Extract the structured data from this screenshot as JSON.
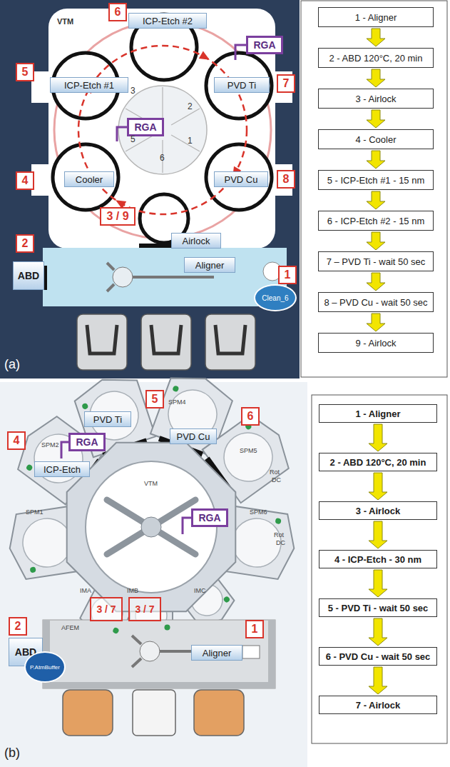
{
  "diagram": {
    "nodes": [
      {
        "text": [
          "ICP-Etch #2"
        ]
      },
      {
        "text": [
          "RGA"
        ]
      },
      {
        "text": [
          "ICP-Etch #1"
        ]
      },
      {
        "text": [
          "PVD Ti"
        ]
      },
      {
        "text": [
          "RGA"
        ]
      },
      {
        "text": [
          "Cooler"
        ]
      },
      {
        "text": [
          "PVD Cu"
        ]
      },
      {
        "text": [
          "Airlock"
        ]
      },
      {
        "text": [
          "ABD"
        ]
      },
      {
        "text": [
          "Aligner"
        ]
      },
      {
        "text": [
          "Clean_6"
        ]
      },
      {
        "text": [
          "1 - Aligner"
        ]
      },
      {
        "text": [
          "2 - ABD 120°C, 20 min"
        ]
      },
      {
        "text": [
          "3 - Airlock"
        ]
      },
      {
        "text": [
          "4 - Cooler"
        ]
      },
      {
        "text": [
          "5 - ICP-Etch #1 - 15 nm"
        ]
      },
      {
        "text": [
          "6 - ICP-Etch #2 - 15 nm"
        ]
      },
      {
        "text": [
          "7 – PVD Ti - wait 50 sec"
        ]
      },
      {
        "text": [
          "8 – PVD Cu - wait 50 sec"
        ]
      },
      {
        "text": [
          "9 - Airlock"
        ]
      },
      {
        "text": [
          "PVD Ti"
        ]
      },
      {
        "text": [
          "PVD Cu"
        ]
      },
      {
        "text": [
          "RGA"
        ]
      },
      {
        "text": [
          "ICP-Etch"
        ]
      },
      {
        "text": [
          "RGA"
        ]
      },
      {
        "text": [
          "ABD"
        ]
      },
      {
        "text": [
          "Aligner"
        ]
      },
      {
        "text": [
          "P.AtmBuffer"
        ]
      },
      {
        "text": [
          "1 - Aligner"
        ]
      },
      {
        "text": [
          "2 - ABD 120°C, 20 min"
        ]
      },
      {
        "text": [
          "3 - Airlock"
        ]
      },
      {
        "text": [
          "4 - ICP-Etch - 30 nm"
        ]
      },
      {
        "text": [
          "5 - PVD Ti - wait 50 sec"
        ]
      },
      {
        "text": [
          "6 - PVD Cu - wait 50 sec"
        ]
      },
      {
        "text": [
          "7 - Airlock"
        ]
      }
    ],
    "edges": [
      {
        "from": 11,
        "to": 12,
        "arrow": "to"
      },
      {
        "from": 12,
        "to": 13,
        "arrow": "to"
      },
      {
        "from": 13,
        "to": 14,
        "arrow": "to"
      },
      {
        "from": 14,
        "to": 15,
        "arrow": "to"
      },
      {
        "from": 15,
        "to": 16,
        "arrow": "to"
      },
      {
        "from": 16,
        "to": 17,
        "arrow": "to"
      },
      {
        "from": 17,
        "to": 18,
        "arrow": "to"
      },
      {
        "from": 18,
        "to": 19,
        "arrow": "to"
      },
      {
        "from": 28,
        "to": 29,
        "arrow": "to"
      },
      {
        "from": 29,
        "to": 30,
        "arrow": "to"
      },
      {
        "from": 30,
        "to": 31,
        "arrow": "to"
      },
      {
        "from": 31,
        "to": 32,
        "arrow": "to"
      },
      {
        "from": 32,
        "to": 33,
        "arrow": "to"
      },
      {
        "from": 33,
        "to": 34,
        "arrow": "to"
      }
    ],
    "labels": [
      "VTM",
      "6",
      "5",
      "7",
      "4",
      "8",
      "3 / 9",
      "2",
      "1",
      "3",
      "2",
      "5",
      "1",
      "6",
      "(a)",
      "SPM4",
      "SPM2",
      "SPM5",
      "SPM1",
      "SPM6",
      "VTM",
      "IMA",
      "IMB",
      "IMC",
      "AFEM",
      "Rot",
      "DC",
      "Rot",
      "DC",
      "5",
      "6",
      "4",
      "2",
      "1",
      "3 / 7",
      "3 / 7",
      "(b)"
    ]
  }
}
